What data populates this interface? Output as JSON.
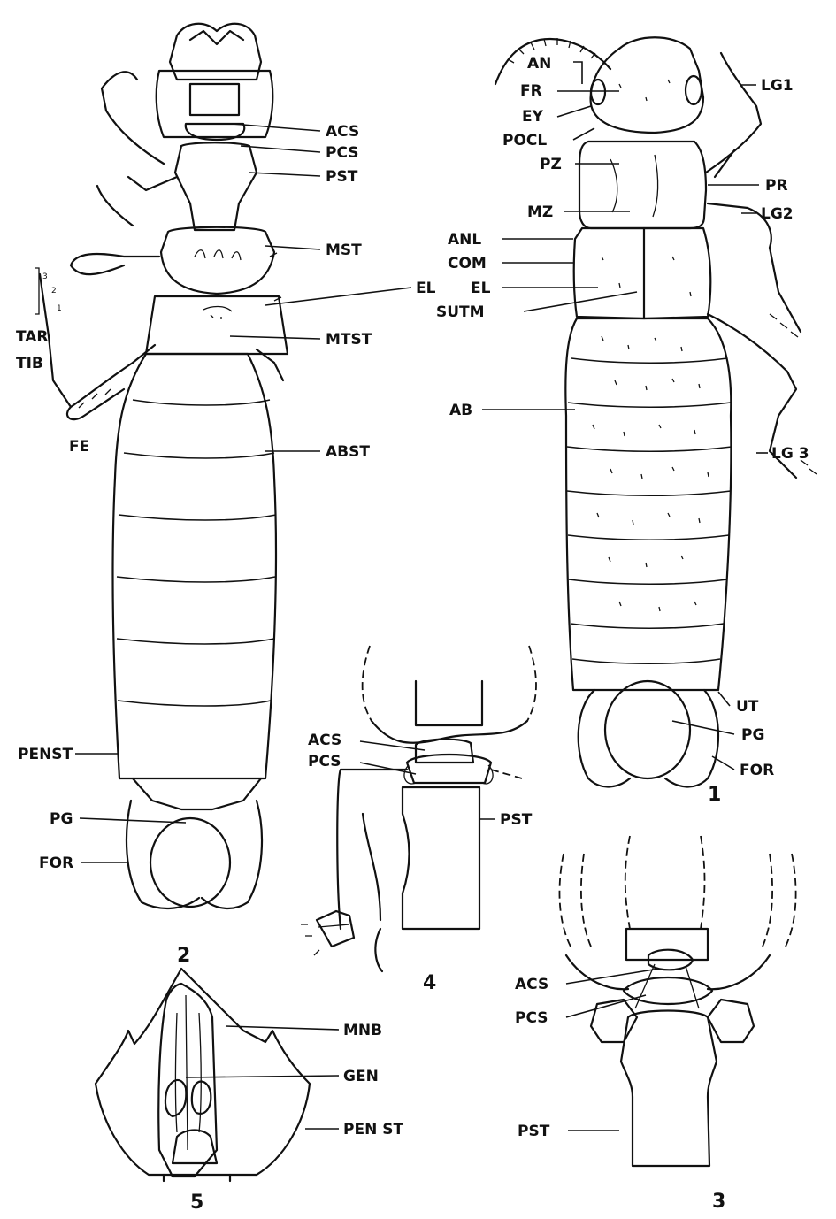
{
  "fig1": {
    "number": "1",
    "labels": {
      "an": "AN",
      "fr": "FR",
      "ey": "EY",
      "pocl": "POCL",
      "pz": "PZ",
      "mz": "MZ",
      "anl": "ANL",
      "com": "COM",
      "el": "EL",
      "sutm": "SUTM",
      "ab": "AB",
      "lg1": "LG1",
      "pr": "PR",
      "lg2": "LG2",
      "lg3": "LG 3",
      "ut": "UT",
      "pg": "PG",
      "for": "FOR"
    }
  },
  "fig2": {
    "number": "2",
    "labels": {
      "acs": "ACS",
      "pcs": "PCS",
      "pst": "PST",
      "mst": "MST",
      "el": "EL",
      "mtst": "MTST",
      "tar": "TAR",
      "tib": "TIB",
      "fe": "FE",
      "abst": "ABST",
      "penst": "PENST",
      "pg": "PG",
      "for": "FOR"
    },
    "tarsal_numbers": [
      "3",
      "2",
      "1"
    ]
  },
  "fig3": {
    "number": "3",
    "labels": {
      "acs": "ACS",
      "pcs": "PCS",
      "pst": "PST"
    }
  },
  "fig4": {
    "number": "4",
    "labels": {
      "acs": "ACS",
      "pcs": "PCS",
      "pst": "PST"
    }
  },
  "fig5": {
    "number": "5",
    "labels": {
      "mnb": "MNB",
      "gen": "GEN",
      "penst": "PEN ST"
    }
  }
}
